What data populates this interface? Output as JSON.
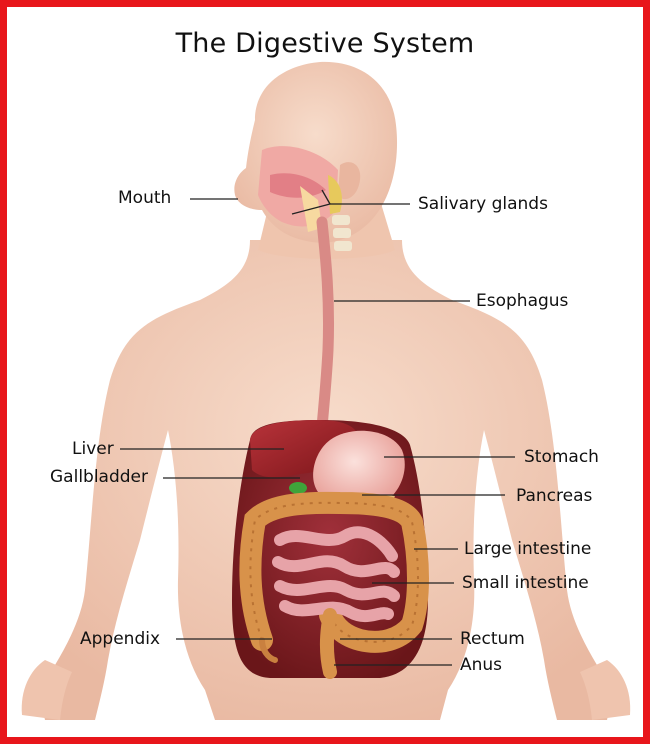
{
  "title": "The Digestive System",
  "labels": {
    "mouth": "Mouth",
    "salivary_glands": "Salivary glands",
    "esophagus": "Esophagus",
    "liver": "Liver",
    "gallbladder": "Gallbladder",
    "stomach": "Stomach",
    "pancreas": "Pancreas",
    "large_intestine": "Large intestine",
    "small_intestine": "Small intestine",
    "appendix": "Appendix",
    "rectum": "Rectum",
    "anus": "Anus"
  },
  "colors": {
    "frame": "#e8161b",
    "skin": "#f3cdb9",
    "skin_shade": "#e6b39c",
    "liver": "#9a1f22",
    "stomach": "#f2b3ad",
    "large_intestine": "#d8924a",
    "small_intestine": "#e7a3a8",
    "abdomen_cavity": "#7a1d1f",
    "gallbladder": "#3fa33a",
    "leader_line": "#222222"
  }
}
